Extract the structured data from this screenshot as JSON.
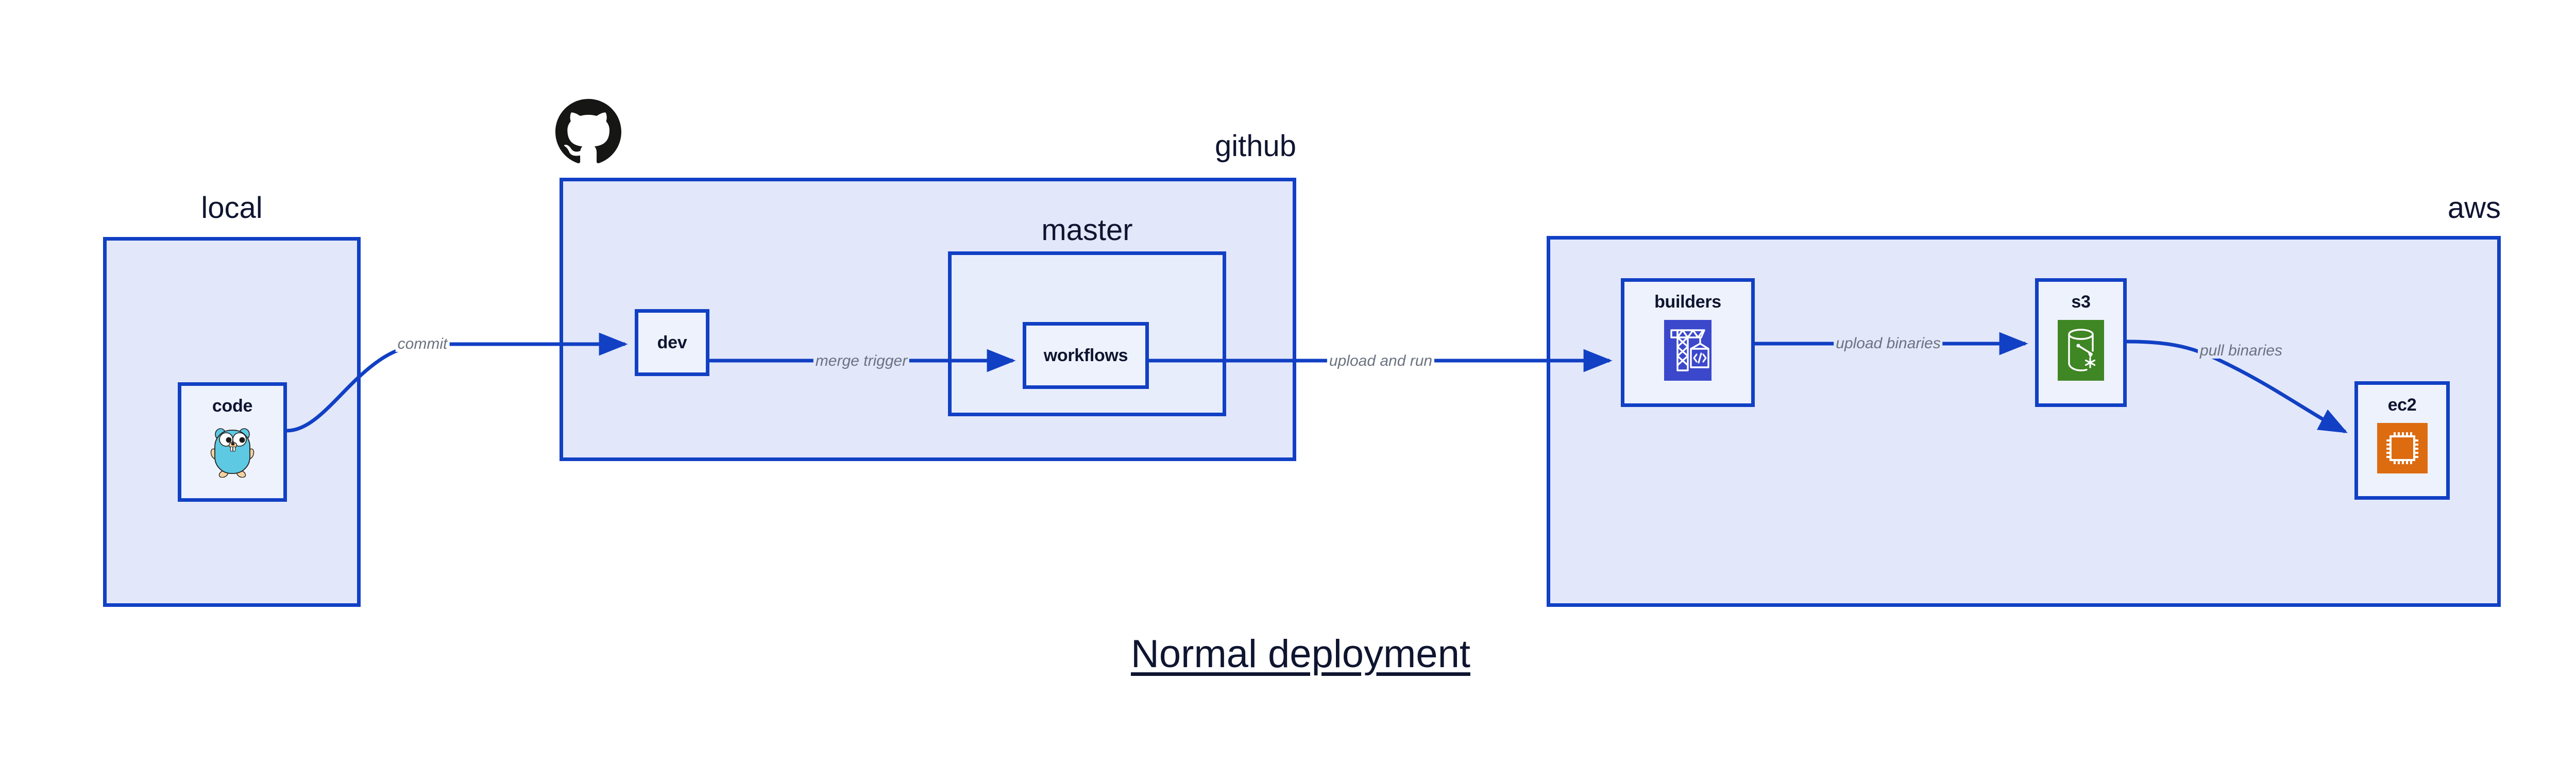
{
  "diagram": {
    "title": "Normal deployment",
    "title_color": "#0f1530",
    "accent_border": "#1140c4",
    "group_fill": "#e2e7fa",
    "subgroup_fill": "#e8edfb",
    "node_fill": "#eef2fc",
    "edge_label_color": "#6b7280"
  },
  "groups": [
    {
      "id": "local",
      "label": "local",
      "label_align": "center"
    },
    {
      "id": "github",
      "label": "github",
      "label_align": "right"
    },
    {
      "id": "aws",
      "label": "aws",
      "label_align": "right"
    }
  ],
  "subgroups": [
    {
      "id": "master",
      "label": "master",
      "parent": "github"
    }
  ],
  "nodes": [
    {
      "id": "code",
      "label": "code",
      "icon": "go-gopher-icon",
      "parent": "local"
    },
    {
      "id": "dev",
      "label": "dev",
      "icon": null,
      "parent": "github"
    },
    {
      "id": "workflows",
      "label": "workflows",
      "icon": null,
      "parent": "master"
    },
    {
      "id": "builders",
      "label": "builders",
      "icon": "aws-codebuild-icon",
      "icon_color": "#3b48cc",
      "parent": "aws"
    },
    {
      "id": "s3",
      "label": "s3",
      "icon": "aws-s3-icon",
      "icon_color": "#3f8624",
      "parent": "aws"
    },
    {
      "id": "ec2",
      "label": "ec2",
      "icon": "aws-ec2-icon",
      "icon_color": "#dd6b10",
      "parent": "aws"
    }
  ],
  "edges": [
    {
      "id": "commit",
      "label": "commit",
      "from": "code",
      "to": "dev"
    },
    {
      "id": "merge-trigger",
      "label": "merge trigger",
      "from": "dev",
      "to": "workflows"
    },
    {
      "id": "upload-and-run",
      "label": "upload and run",
      "from": "workflows",
      "to": "builders"
    },
    {
      "id": "upload-binaries",
      "label": "upload binaries",
      "from": "builders",
      "to": "s3"
    },
    {
      "id": "pull-binaries",
      "label": "pull binaries",
      "from": "s3",
      "to": "ec2"
    }
  ],
  "logos": [
    {
      "id": "github-logo",
      "name": "github-octocat-icon",
      "color": "#161614"
    }
  ]
}
